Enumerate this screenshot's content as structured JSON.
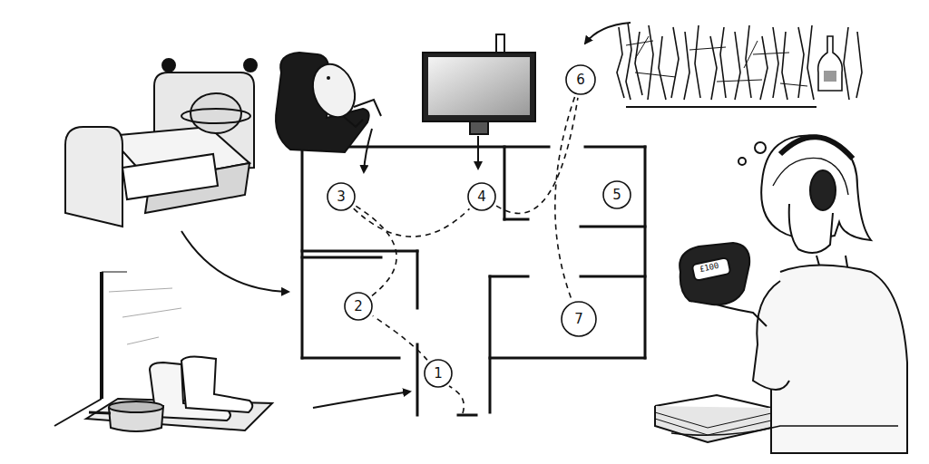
{
  "diagram": {
    "nodes": [
      {
        "text": [
          "1"
        ]
      },
      {
        "text": [
          "2"
        ]
      },
      {
        "text": [
          "3"
        ]
      },
      {
        "text": [
          "4"
        ]
      },
      {
        "text": [
          "5"
        ]
      },
      {
        "text": [
          "6"
        ]
      },
      {
        "text": [
          "7"
        ]
      }
    ],
    "edges": [
      {
        "from": 0,
        "to": 1,
        "arrow": "none"
      },
      {
        "from": 1,
        "to": 2,
        "arrow": "none"
      },
      {
        "from": 2,
        "to": 3,
        "arrow": "none"
      },
      {
        "from": 3,
        "to": 5,
        "arrow": "none"
      },
      {
        "from": 5,
        "to": 6,
        "arrow": "none"
      }
    ],
    "labels": [
      "£100"
    ]
  }
}
